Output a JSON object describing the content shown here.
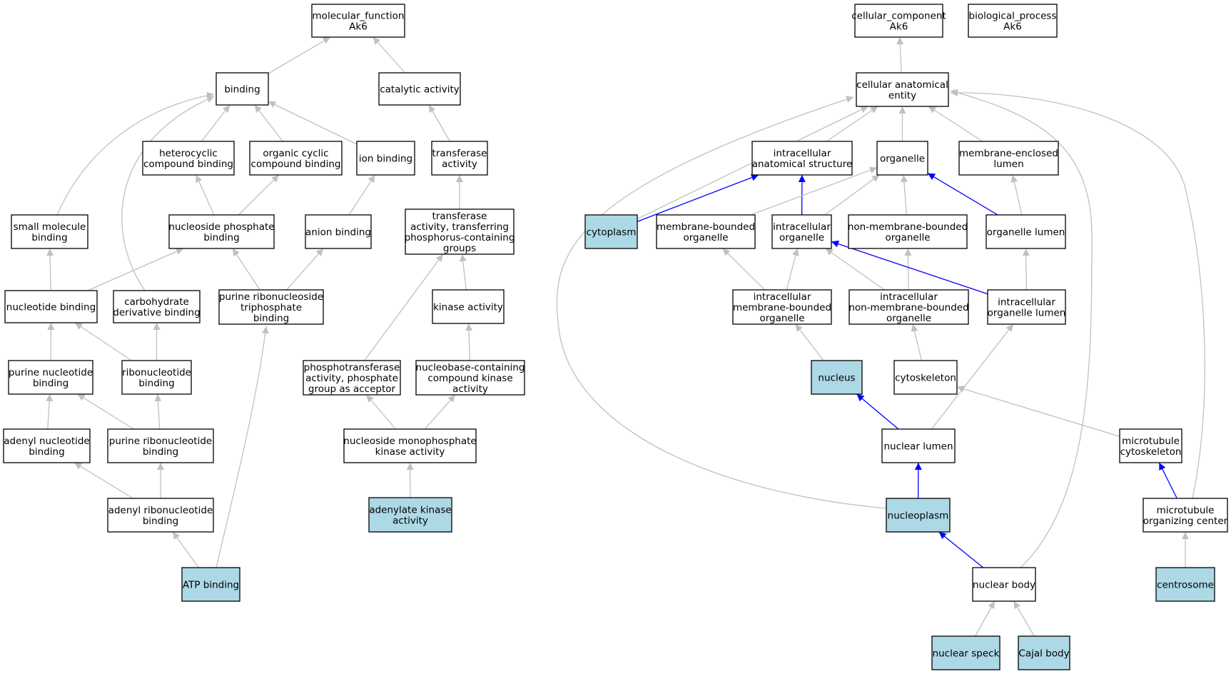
{
  "colors": {
    "node_fill": "#ffffff",
    "highlight_fill": "#add8e6",
    "node_border": "#000000",
    "edge_default": "#c0c0c0",
    "edge_highlight": "#0000ff"
  },
  "nodes": [
    {
      "id": "mf",
      "lines": [
        "molecular_function",
        "Ak6"
      ],
      "highlight": false
    },
    {
      "id": "binding",
      "lines": [
        "binding"
      ],
      "highlight": false
    },
    {
      "id": "catalytic",
      "lines": [
        "catalytic activity"
      ],
      "highlight": false
    },
    {
      "id": "heterocyclic",
      "lines": [
        "heterocyclic",
        "compound binding"
      ],
      "highlight": false
    },
    {
      "id": "organic_cyclic",
      "lines": [
        "organic cyclic",
        "compound binding"
      ],
      "highlight": false
    },
    {
      "id": "ion_binding",
      "lines": [
        "ion binding"
      ],
      "highlight": false
    },
    {
      "id": "transferase",
      "lines": [
        "transferase",
        "activity"
      ],
      "highlight": false
    },
    {
      "id": "small_molecule",
      "lines": [
        "small molecule",
        "binding"
      ],
      "highlight": false
    },
    {
      "id": "nucleoside_phosphate",
      "lines": [
        "nucleoside phosphate",
        "binding"
      ],
      "highlight": false
    },
    {
      "id": "anion_binding",
      "lines": [
        "anion binding"
      ],
      "highlight": false
    },
    {
      "id": "transferase_phos",
      "lines": [
        "transferase",
        "activity, transferring",
        "phosphorus-containing",
        "groups"
      ],
      "highlight": false
    },
    {
      "id": "nucleotide_binding",
      "lines": [
        "nucleotide binding"
      ],
      "highlight": false
    },
    {
      "id": "carbohydrate_deriv",
      "lines": [
        "carbohydrate",
        "derivative binding"
      ],
      "highlight": false
    },
    {
      "id": "purine_rntp",
      "lines": [
        "purine ribonucleoside",
        "triphosphate",
        "binding"
      ],
      "highlight": false
    },
    {
      "id": "kinase",
      "lines": [
        "kinase activity"
      ],
      "highlight": false
    },
    {
      "id": "purine_nucleotide",
      "lines": [
        "purine nucleotide",
        "binding"
      ],
      "highlight": false
    },
    {
      "id": "ribonucleotide",
      "lines": [
        "ribonucleotide",
        "binding"
      ],
      "highlight": false
    },
    {
      "id": "phosphotransferase",
      "lines": [
        "phosphotransferase",
        "activity, phosphate",
        "group as acceptor"
      ],
      "highlight": false
    },
    {
      "id": "nucleobase_kinase",
      "lines": [
        "nucleobase-containing",
        "compound kinase",
        "activity"
      ],
      "highlight": false
    },
    {
      "id": "adenyl_nucleotide",
      "lines": [
        "adenyl nucleotide",
        "binding"
      ],
      "highlight": false
    },
    {
      "id": "purine_ribonucleotide",
      "lines": [
        "purine ribonucleotide",
        "binding"
      ],
      "highlight": false
    },
    {
      "id": "nmp_kinase",
      "lines": [
        "nucleoside monophosphate",
        "kinase activity"
      ],
      "highlight": false
    },
    {
      "id": "adenyl_ribonucleotide",
      "lines": [
        "adenyl ribonucleotide",
        "binding"
      ],
      "highlight": false
    },
    {
      "id": "adenylate_kinase",
      "lines": [
        "adenylate kinase",
        "activity"
      ],
      "highlight": true
    },
    {
      "id": "atp_binding",
      "lines": [
        "ATP binding"
      ],
      "highlight": true
    },
    {
      "id": "cc",
      "lines": [
        "cellular_component",
        "Ak6"
      ],
      "highlight": false
    },
    {
      "id": "bp",
      "lines": [
        "biological_process",
        "Ak6"
      ],
      "highlight": false
    },
    {
      "id": "cae",
      "lines": [
        "cellular anatomical",
        "entity"
      ],
      "highlight": false
    },
    {
      "id": "intracellular_as",
      "lines": [
        "intracellular",
        "anatomical structure"
      ],
      "highlight": false
    },
    {
      "id": "organelle",
      "lines": [
        "organelle"
      ],
      "highlight": false
    },
    {
      "id": "membrane_enclosed",
      "lines": [
        "membrane-enclosed",
        "lumen"
      ],
      "highlight": false
    },
    {
      "id": "cytoplasm",
      "lines": [
        "cytoplasm"
      ],
      "highlight": true
    },
    {
      "id": "membrane_bounded",
      "lines": [
        "membrane-bounded",
        "organelle"
      ],
      "highlight": false
    },
    {
      "id": "intracellular_org",
      "lines": [
        "intracellular",
        "organelle"
      ],
      "highlight": false
    },
    {
      "id": "non_membrane",
      "lines": [
        "non-membrane-bounded",
        "organelle"
      ],
      "highlight": false
    },
    {
      "id": "organelle_lumen",
      "lines": [
        "organelle lumen"
      ],
      "highlight": false
    },
    {
      "id": "intra_mb_org",
      "lines": [
        "intracellular",
        "membrane-bounded",
        "organelle"
      ],
      "highlight": false
    },
    {
      "id": "intra_nmb_org",
      "lines": [
        "intracellular",
        "non-membrane-bounded",
        "organelle"
      ],
      "highlight": false
    },
    {
      "id": "intra_org_lumen",
      "lines": [
        "intracellular",
        "organelle lumen"
      ],
      "highlight": false
    },
    {
      "id": "nucleus",
      "lines": [
        "nucleus"
      ],
      "highlight": true
    },
    {
      "id": "cytoskeleton",
      "lines": [
        "cytoskeleton"
      ],
      "highlight": false
    },
    {
      "id": "nuclear_lumen",
      "lines": [
        "nuclear lumen"
      ],
      "highlight": false
    },
    {
      "id": "mt_cytoskeleton",
      "lines": [
        "microtubule",
        "cytoskeleton"
      ],
      "highlight": false
    },
    {
      "id": "nucleoplasm",
      "lines": [
        "nucleoplasm"
      ],
      "highlight": true
    },
    {
      "id": "mtoc",
      "lines": [
        "microtubule",
        "organizing center"
      ],
      "highlight": false
    },
    {
      "id": "nuclear_body",
      "lines": [
        "nuclear body"
      ],
      "highlight": false
    },
    {
      "id": "centrosome",
      "lines": [
        "centrosome"
      ],
      "highlight": true
    },
    {
      "id": "nuclear_speck",
      "lines": [
        "nuclear speck"
      ],
      "highlight": true
    },
    {
      "id": "cajal_body",
      "lines": [
        "Cajal body"
      ],
      "highlight": true
    }
  ],
  "edges": [
    {
      "from": "binding",
      "to": "mf",
      "highlight": false
    },
    {
      "from": "catalytic",
      "to": "mf",
      "highlight": false
    },
    {
      "from": "heterocyclic",
      "to": "binding",
      "highlight": false
    },
    {
      "from": "organic_cyclic",
      "to": "binding",
      "highlight": false
    },
    {
      "from": "ion_binding",
      "to": "binding",
      "highlight": false
    },
    {
      "from": "small_molecule",
      "to": "binding",
      "highlight": false
    },
    {
      "from": "carbohydrate_deriv",
      "to": "binding",
      "highlight": false
    },
    {
      "from": "transferase",
      "to": "catalytic",
      "highlight": false
    },
    {
      "from": "nucleoside_phosphate",
      "to": "heterocyclic",
      "highlight": false
    },
    {
      "from": "nucleoside_phosphate",
      "to": "organic_cyclic",
      "highlight": false
    },
    {
      "from": "anion_binding",
      "to": "ion_binding",
      "highlight": false
    },
    {
      "from": "transferase_phos",
      "to": "transferase",
      "highlight": false
    },
    {
      "from": "nucleotide_binding",
      "to": "small_molecule",
      "highlight": false
    },
    {
      "from": "nucleotide_binding",
      "to": "nucleoside_phosphate",
      "highlight": false
    },
    {
      "from": "purine_rntp",
      "to": "nucleoside_phosphate",
      "highlight": false
    },
    {
      "from": "purine_rntp",
      "to": "anion_binding",
      "highlight": false
    },
    {
      "from": "kinase",
      "to": "transferase_phos",
      "highlight": false
    },
    {
      "from": "phosphotransferase",
      "to": "transferase_phos",
      "highlight": false
    },
    {
      "from": "purine_nucleotide",
      "to": "nucleotide_binding",
      "highlight": false
    },
    {
      "from": "ribonucleotide",
      "to": "nucleotide_binding",
      "highlight": false
    },
    {
      "from": "ribonucleotide",
      "to": "carbohydrate_deriv",
      "highlight": false
    },
    {
      "from": "nucleobase_kinase",
      "to": "kinase",
      "highlight": false
    },
    {
      "from": "adenyl_nucleotide",
      "to": "purine_nucleotide",
      "highlight": false
    },
    {
      "from": "purine_ribonucleotide",
      "to": "purine_nucleotide",
      "highlight": false
    },
    {
      "from": "purine_ribonucleotide",
      "to": "ribonucleotide",
      "highlight": false
    },
    {
      "from": "nmp_kinase",
      "to": "phosphotransferase",
      "highlight": false
    },
    {
      "from": "nmp_kinase",
      "to": "nucleobase_kinase",
      "highlight": false
    },
    {
      "from": "adenyl_ribonucleotide",
      "to": "adenyl_nucleotide",
      "highlight": false
    },
    {
      "from": "adenyl_ribonucleotide",
      "to": "purine_ribonucleotide",
      "highlight": false
    },
    {
      "from": "adenylate_kinase",
      "to": "nmp_kinase",
      "highlight": false
    },
    {
      "from": "atp_binding",
      "to": "adenyl_ribonucleotide",
      "highlight": false
    },
    {
      "from": "atp_binding",
      "to": "purine_rntp",
      "highlight": false
    },
    {
      "from": "cae",
      "to": "cc",
      "highlight": false
    },
    {
      "from": "intracellular_as",
      "to": "cae",
      "highlight": false
    },
    {
      "from": "organelle",
      "to": "cae",
      "highlight": false
    },
    {
      "from": "membrane_enclosed",
      "to": "cae",
      "highlight": false
    },
    {
      "from": "cytoplasm",
      "to": "cae",
      "highlight": false
    },
    {
      "from": "cytoplasm",
      "to": "intracellular_as",
      "highlight": true
    },
    {
      "from": "intracellular_org",
      "to": "intracellular_as",
      "highlight": true
    },
    {
      "from": "intracellular_org",
      "to": "organelle",
      "highlight": false
    },
    {
      "from": "membrane_bounded",
      "to": "organelle",
      "highlight": false
    },
    {
      "from": "non_membrane",
      "to": "organelle",
      "highlight": false
    },
    {
      "from": "organelle_lumen",
      "to": "organelle",
      "highlight": true
    },
    {
      "from": "organelle_lumen",
      "to": "membrane_enclosed",
      "highlight": false
    },
    {
      "from": "intra_mb_org",
      "to": "membrane_bounded",
      "highlight": false
    },
    {
      "from": "intra_mb_org",
      "to": "intracellular_org",
      "highlight": false
    },
    {
      "from": "intra_nmb_org",
      "to": "intracellular_org",
      "highlight": false
    },
    {
      "from": "intra_nmb_org",
      "to": "non_membrane",
      "highlight": false
    },
    {
      "from": "intra_org_lumen",
      "to": "intracellular_org",
      "highlight": true
    },
    {
      "from": "intra_org_lumen",
      "to": "organelle_lumen",
      "highlight": false
    },
    {
      "from": "nucleus",
      "to": "intra_mb_org",
      "highlight": false
    },
    {
      "from": "cytoskeleton",
      "to": "intra_nmb_org",
      "highlight": false
    },
    {
      "from": "nuclear_lumen",
      "to": "nucleus",
      "highlight": true
    },
    {
      "from": "nuclear_lumen",
      "to": "intra_org_lumen",
      "highlight": false
    },
    {
      "from": "mt_cytoskeleton",
      "to": "cytoskeleton",
      "highlight": false
    },
    {
      "from": "nucleoplasm",
      "to": "nuclear_lumen",
      "highlight": true
    },
    {
      "from": "nucleoplasm",
      "to": "cae",
      "highlight": false
    },
    {
      "from": "mtoc",
      "to": "mt_cytoskeleton",
      "highlight": true
    },
    {
      "from": "mtoc",
      "to": "cae",
      "highlight": false
    },
    {
      "from": "nuclear_body",
      "to": "nucleoplasm",
      "highlight": true
    },
    {
      "from": "nuclear_body",
      "to": "cae",
      "highlight": false
    },
    {
      "from": "centrosome",
      "to": "mtoc",
      "highlight": false
    },
    {
      "from": "nuclear_speck",
      "to": "nuclear_body",
      "highlight": false
    },
    {
      "from": "cajal_body",
      "to": "nuclear_body",
      "highlight": false
    }
  ]
}
